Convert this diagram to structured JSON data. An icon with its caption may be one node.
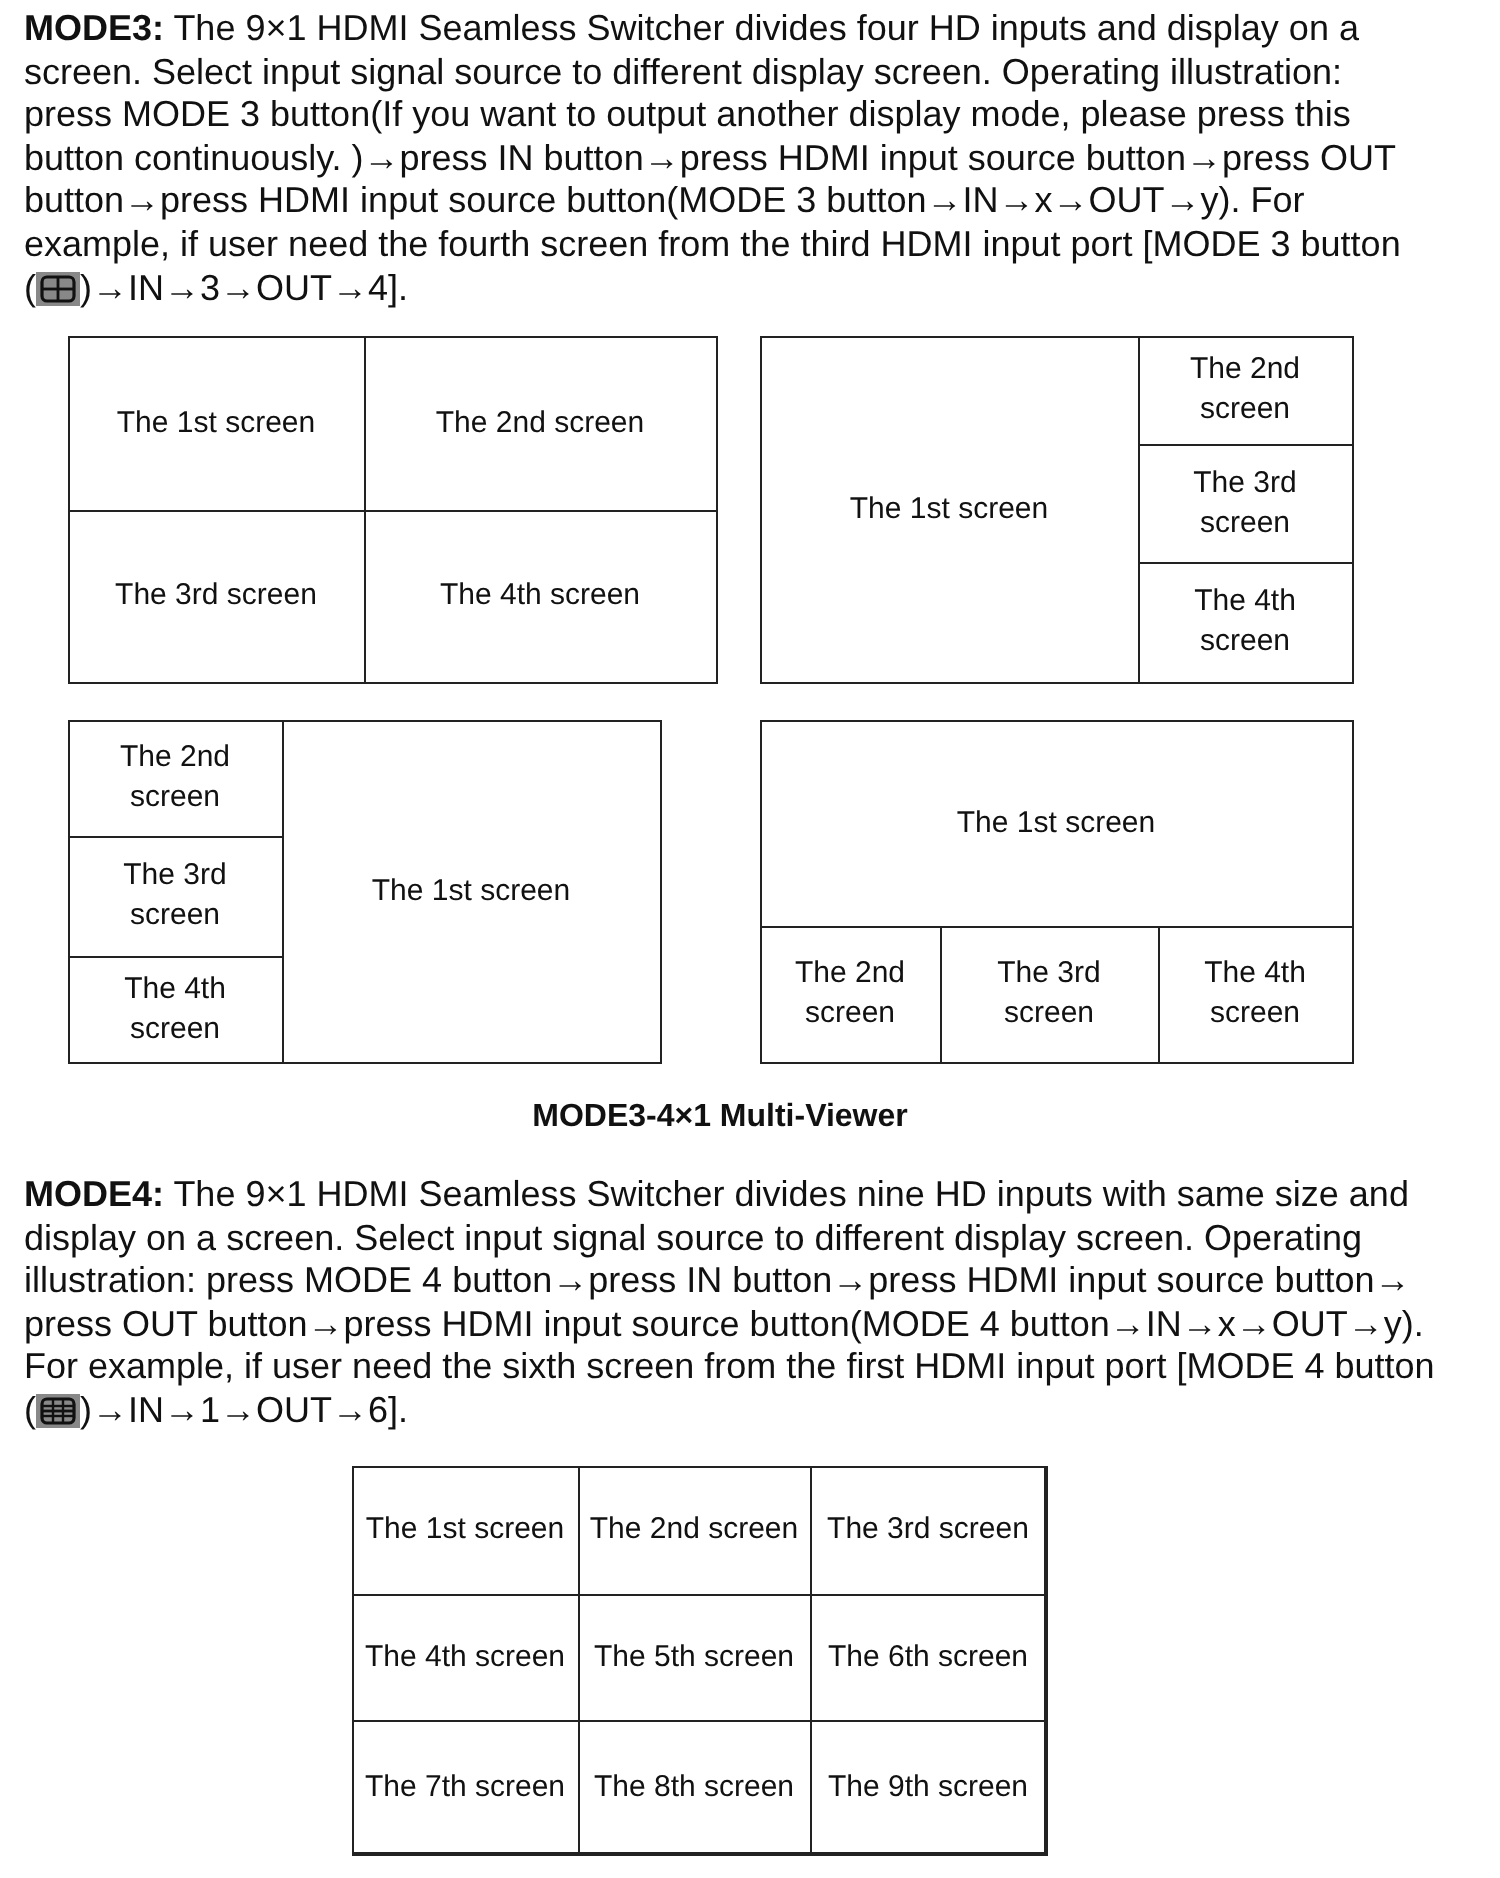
{
  "diagram": {
    "nodes": [
      {
        "text": [],
        "shape": "box"
      },
      {
        "text": [
          "The 1st screen"
        ],
        "in": 0
      },
      {
        "text": [
          "The 2nd screen"
        ],
        "in": 0
      },
      {
        "text": [
          "The 3rd screen"
        ],
        "in": 0
      },
      {
        "text": [
          "The 4th screen"
        ],
        "in": 0
      },
      {
        "text": [],
        "shape": "box"
      },
      {
        "text": [
          "The 1st screen"
        ],
        "in": 5
      },
      {
        "text": [
          "The 2nd screen"
        ],
        "in": 5
      },
      {
        "text": [
          "The 3rd screen"
        ],
        "in": 5
      },
      {
        "text": [
          "The 4th screen"
        ],
        "in": 5
      },
      {
        "text": [],
        "shape": "box"
      },
      {
        "text": [
          "The 2nd screen"
        ],
        "in": 10
      },
      {
        "text": [
          "The 3rd screen"
        ],
        "in": 10
      },
      {
        "text": [
          "The 4th screen"
        ],
        "in": 10
      },
      {
        "text": [
          "The 1st screen"
        ],
        "in": 10
      },
      {
        "text": [],
        "shape": "box"
      },
      {
        "text": [
          "The 1st screen"
        ],
        "in": 15
      },
      {
        "text": [
          "The 2nd screen"
        ],
        "in": 15
      },
      {
        "text": [
          "The 3rd screen"
        ],
        "in": 15
      },
      {
        "text": [
          "The 4th screen"
        ],
        "in": 15
      },
      {
        "text": [],
        "shape": "box"
      },
      {
        "text": [
          "The 1st screen"
        ],
        "in": 20
      },
      {
        "text": [
          "The 2nd screen"
        ],
        "in": 20
      },
      {
        "text": [
          "The 3rd screen"
        ],
        "in": 20
      },
      {
        "text": [
          "The 4th screen"
        ],
        "in": 20
      },
      {
        "text": [
          "The 5th screen"
        ],
        "in": 20
      },
      {
        "text": [
          "The 6th screen"
        ],
        "in": 20
      },
      {
        "text": [
          "The 7th screen"
        ],
        "in": 20
      },
      {
        "text": [
          "The 8th screen"
        ],
        "in": 20
      },
      {
        "text": [
          "The 9th screen"
        ],
        "in": 20
      }
    ],
    "labels": [
      "**MODE3:** The 9×1 HDMI Seamless Switcher divides four HD inputs and display on a screen. Select input signal source to different display screen. Operating illustration: press MODE 3 button(If you want to output another display mode, please press this button continuously. )→press IN button→press HDMI input source button→press OUT button→press HDMI input source button(MODE 3 button→IN→x→OUT→y). For example, if user need the fourth screen from the third HDMI input port [MODE 3 button",
      "(",
      ")→IN→3→OUT→4].",
      "MODE3-4×1 Multi-Viewer",
      "**MODE4:** The 9×1 HDMI Seamless Switcher divides nine HD inputs with same size and display on a screen. Select input signal source to different display screen. Operating illustration: press MODE 4 button→press IN button→press HDMI input source button→ press OUT button→press HDMI input source button(MODE 4 button→IN→x→OUT→y). For example, if user need the sixth screen from the first HDMI input port [MODE 4 button",
      "(",
      ")→IN→1→OUT→6]."
    ]
  }
}
